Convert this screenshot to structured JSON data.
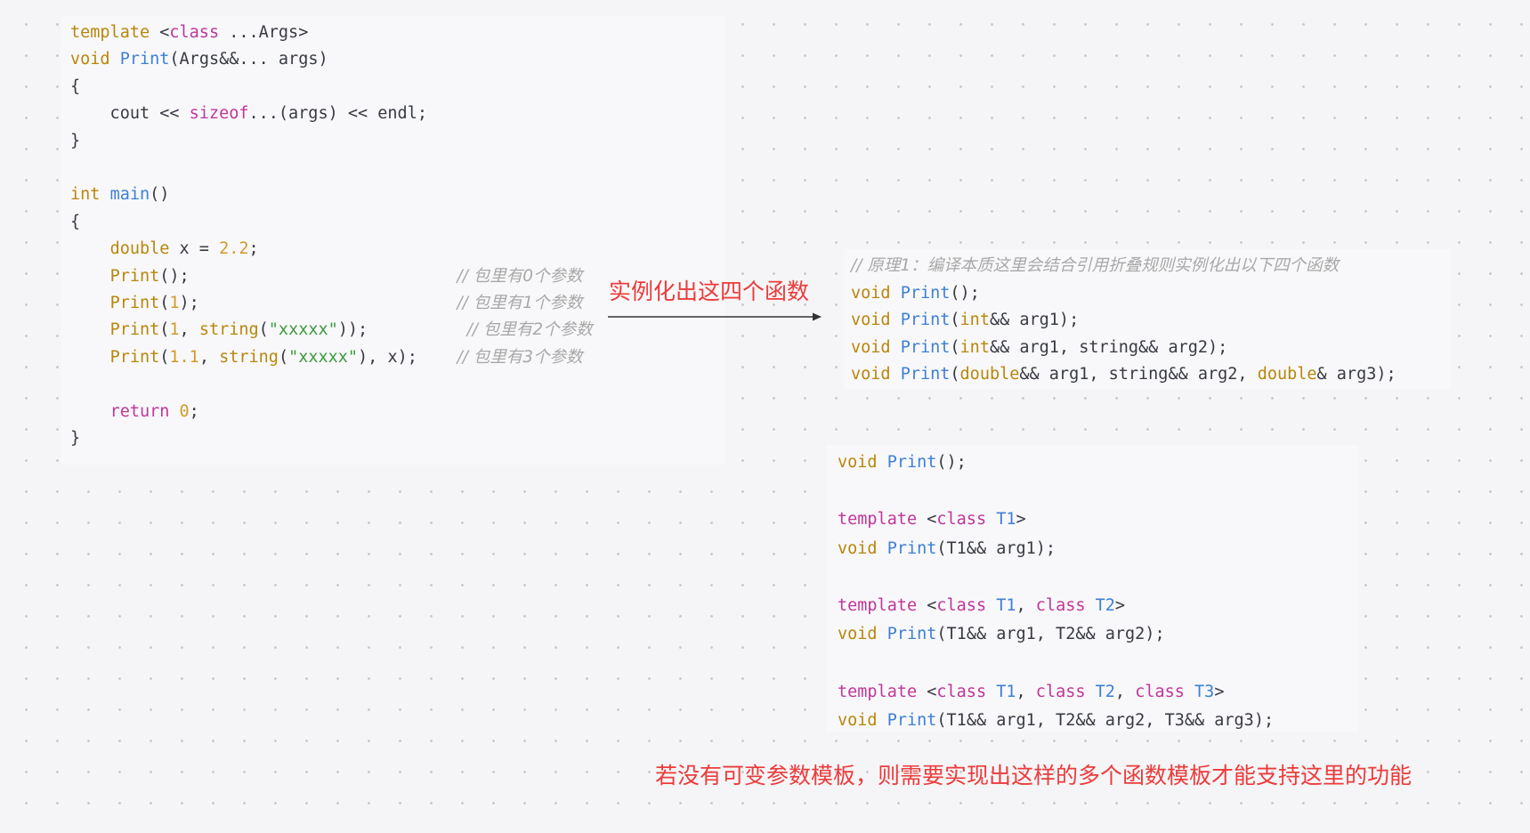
{
  "left_code": {
    "lines": [
      "template <class ...Args>",
      "void Print(Args&&... args)",
      "{",
      "    cout << sizeof...(args) << endl;",
      "}",
      "",
      "int main()",
      "{",
      "    double x = 2.2;",
      "    Print();",
      "    Print(1);",
      "    Print(1, string(\"xxxxx\"));",
      "    Print(1.1, string(\"xxxxx\"), x);",
      "",
      "    return 0;",
      "}"
    ],
    "comments": [
      "// 包里有0个参数",
      "// 包里有1个参数",
      "// 包里有2个参数",
      "// 包里有3个参数"
    ]
  },
  "instantiated_code": {
    "comment": "// 原理1：编译本质这里会结合引用折叠规则实例化出以下四个函数",
    "lines": [
      "void Print();",
      "void Print(int&& arg1);",
      "void Print(int&& arg1, string&& arg2);",
      "void Print(double&& arg1, string&& arg2, double& arg3);"
    ]
  },
  "template_code": {
    "lines": [
      "void Print();",
      "",
      "template <class T1>",
      "void Print(T1&& arg1);",
      "",
      "template <class T1, class T2>",
      "void Print(T1&& arg1, T2&& arg2);",
      "",
      "template <class T1, class T2, class T3>",
      "void Print(T1&& arg1, T2&& arg2, T3&& arg3);"
    ]
  },
  "annotations": {
    "arrow_label": "实例化出这四个函数",
    "bottom_note": "若没有可变参数模板，则需要实现出这样的多个函数模板才能支持这里的功能"
  },
  "colors": {
    "keyword_type": "#b8860b",
    "keyword_pink": "#c0369a",
    "function": "#3d7fd6",
    "number": "#d19a2a",
    "string": "#3d9a3d",
    "comment": "#a8a8a8",
    "annotation_red": "#ec3b3b"
  }
}
